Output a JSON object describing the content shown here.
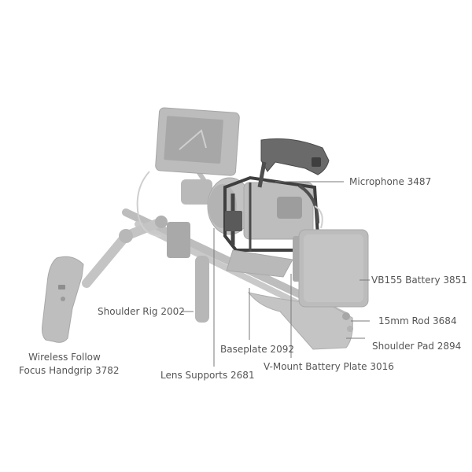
{
  "labels": {
    "microphone": "Microphone 3487",
    "battery": "VB155 Battery 3851",
    "rod": "15mm Rod 3684",
    "shoulder_pad": "Shoulder Pad 2894",
    "shoulder_rig": "Shoulder Rig 2002",
    "baseplate": "Baseplate 2092",
    "vmount_plate": "V-Mount Battery Plate 3016",
    "lens_supports": "Lens Supports 2681",
    "handgrip_line1": "Wireless Follow",
    "handgrip_line2": "Focus Handgrip 3782"
  }
}
